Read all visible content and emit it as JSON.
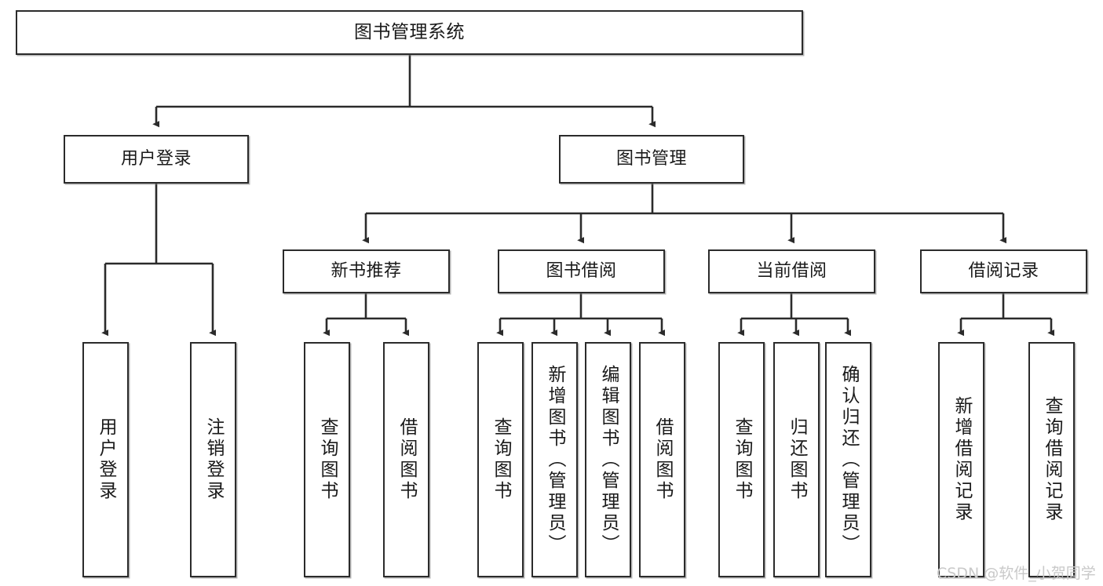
{
  "diagram": {
    "title": "图书管理系统",
    "type": "tree-hierarchy",
    "watermark": "CSDN @软件_小贺同学",
    "colors": {
      "box_border": "#2b2b2b",
      "box_fill": "#ffffff",
      "connector": "#2b2b2b",
      "text": "#1a1a1a",
      "watermark": "#c9c9c9",
      "background": "#ffffff"
    },
    "levels": {
      "root": {
        "label": "图书管理系统"
      },
      "level2": [
        {
          "id": "user-login",
          "label": "用户登录"
        },
        {
          "id": "book-manage",
          "label": "图书管理"
        }
      ],
      "level3": [
        {
          "id": "new-book-recommend",
          "label": "新书推荐",
          "parent": "book-manage"
        },
        {
          "id": "book-borrow",
          "label": "图书借阅",
          "parent": "book-manage"
        },
        {
          "id": "current-borrow",
          "label": "当前借阅",
          "parent": "book-manage"
        },
        {
          "id": "borrow-record",
          "label": "借阅记录",
          "parent": "book-manage"
        }
      ],
      "leaves": [
        {
          "id": "leaf-user-login",
          "label": "用户登录",
          "parent": "user-login"
        },
        {
          "id": "leaf-logout-login",
          "label": "注销登录",
          "parent": "user-login"
        },
        {
          "id": "leaf-query-book-1",
          "label": "查询图书",
          "parent": "new-book-recommend"
        },
        {
          "id": "leaf-borrow-book-1",
          "label": "借阅图书",
          "parent": "new-book-recommend"
        },
        {
          "id": "leaf-query-book-2",
          "label": "查询图书",
          "parent": "book-borrow"
        },
        {
          "id": "leaf-add-book",
          "label": "新增图书（管理员）",
          "parent": "book-borrow"
        },
        {
          "id": "leaf-edit-book",
          "label": "编辑图书（管理员）",
          "parent": "book-borrow"
        },
        {
          "id": "leaf-borrow-book-2",
          "label": "借阅图书",
          "parent": "book-borrow"
        },
        {
          "id": "leaf-query-book-3",
          "label": "查询图书",
          "parent": "current-borrow"
        },
        {
          "id": "leaf-return-book",
          "label": "归还图书",
          "parent": "current-borrow"
        },
        {
          "id": "leaf-confirm-return",
          "label": "确认归还（管理员）",
          "parent": "current-borrow"
        },
        {
          "id": "leaf-add-record",
          "label": "新增借阅记录",
          "parent": "borrow-record"
        },
        {
          "id": "leaf-query-record",
          "label": "查询借阅记录",
          "parent": "borrow-record"
        }
      ]
    }
  }
}
